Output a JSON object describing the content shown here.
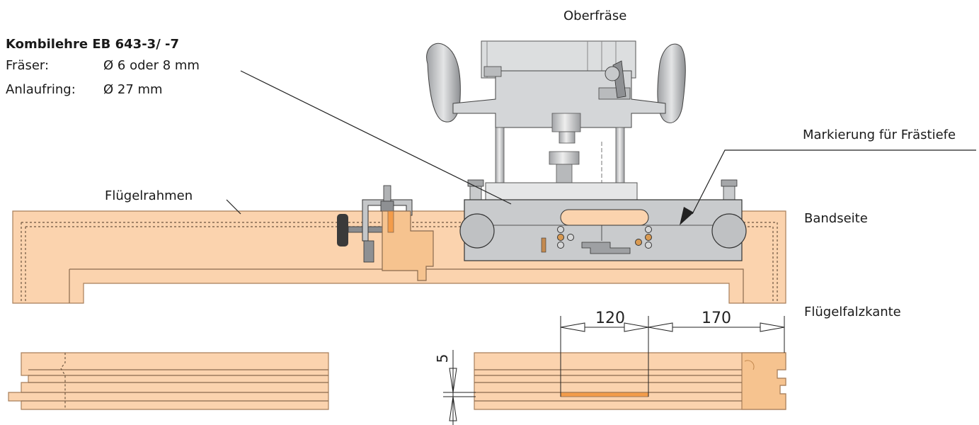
{
  "spec": {
    "title": "Kombilehre EB 643-3/ -7",
    "cutter_label": "Fräser:",
    "cutter_value": "Ø 6 oder 8 mm",
    "ring_label": "Anlaufring:",
    "ring_value": "Ø 27 mm"
  },
  "labels": {
    "router": "Oberfräse",
    "depth_mark": "Markierung für Frästiefe",
    "sash_frame": "Flügelrahmen",
    "hinge_side": "Bandseite",
    "rebate_edge": "Flügelfalzkante"
  },
  "dimensions": {
    "d1": "120",
    "d2": "170",
    "depth": "5"
  },
  "colors": {
    "wood": "#fbd3ae",
    "wood_edge": "#a87e5a",
    "jig": "#c9cbcd",
    "jig_dark": "#8a8c8f",
    "router": "#d4d6d8",
    "pocket": "#f39c4a",
    "brass": "#d99a52",
    "line": "#222222"
  }
}
